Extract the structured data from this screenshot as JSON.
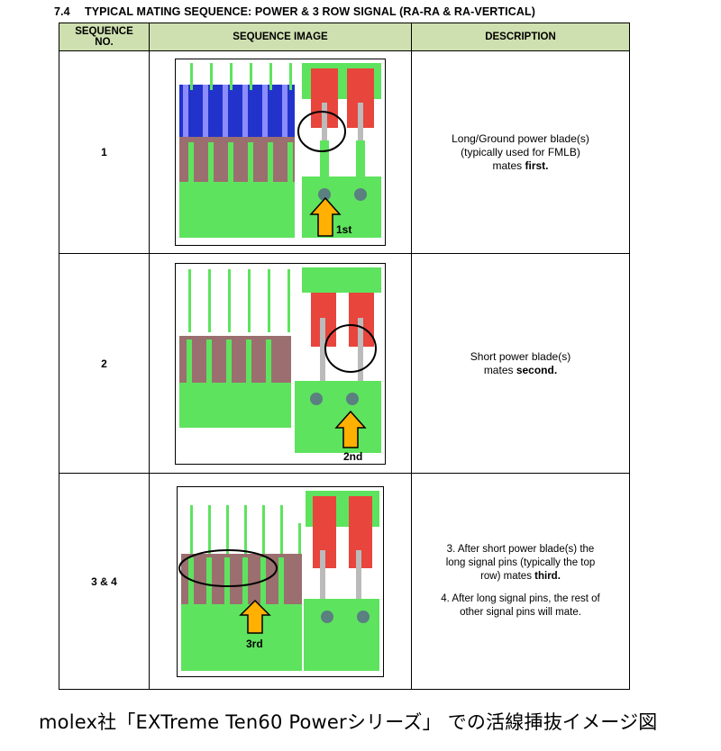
{
  "section": {
    "number": "7.4",
    "title": "TYPICAL MATING SEQUENCE: POWER & 3 ROW SIGNAL (RA-RA & RA-VERTICAL)"
  },
  "table": {
    "headers": [
      "SEQUENCE NO.",
      "SEQUENCE IMAGE",
      "DESCRIPTION"
    ],
    "rows": [
      {
        "no": "1",
        "arrow_label": "1st",
        "desc": {
          "line1": "Long/Ground power blade(s)",
          "line2": "(typically used for FMLB)",
          "line3_pre": "mates ",
          "line3_bold": "first."
        }
      },
      {
        "no": "2",
        "arrow_label": "2nd",
        "desc": {
          "line1": "Short power blade(s)",
          "line2_pre": "mates ",
          "line2_bold": "second."
        }
      },
      {
        "no": "3 & 4",
        "arrow_label": "3rd",
        "desc": {
          "p1_line1": "3.  After short power blade(s) the",
          "p1_line2": "long signal pins (typically the top",
          "p1_line3_pre": "row) mates ",
          "p1_line3_bold": "third.",
          "p2_line1": "4. After long signal pins, the rest of",
          "p2_line2": "other signal pins will mate."
        }
      }
    ]
  },
  "caption": "molex社「EXTreme Ten60 Powerシリーズ」 での活線挿抜イメージ図",
  "colors": {
    "header_bg": "#cfe0b0",
    "pin_green": "#5ee35e",
    "housing_brown": "#9b6f6f",
    "power_red": "#e8453c",
    "arrow_orange": "#ffb000",
    "blue_pins": "#2233cc"
  }
}
